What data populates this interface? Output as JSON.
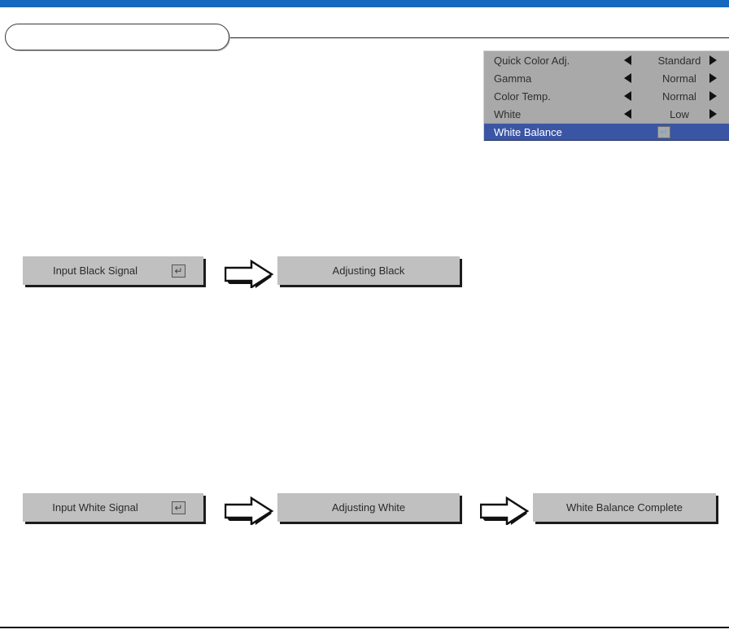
{
  "page": {
    "title_chip_text": "",
    "header_accent_color": "#1568bd",
    "panel_color": "#c0c0c0",
    "menu_color": "#a9a9a9",
    "highlight_color": "#3b55a5"
  },
  "osd_menu": {
    "rows": [
      {
        "label": "Quick Color Adj.",
        "value": "Standard",
        "type": "adjust",
        "left_arrow": "◀",
        "right_arrow": "▶",
        "selected": false
      },
      {
        "label": "Gamma",
        "value": "Normal",
        "type": "adjust",
        "left_arrow": "◀",
        "right_arrow": "▶",
        "selected": false
      },
      {
        "label": "Color Temp.",
        "value": "Normal",
        "type": "adjust",
        "left_arrow": "◀",
        "right_arrow": "▶",
        "selected": false
      },
      {
        "label": "White",
        "value": "Low",
        "type": "adjust",
        "left_arrow": "◀",
        "right_arrow": "▶",
        "selected": false
      },
      {
        "label": "White Balance",
        "value": "",
        "type": "enter",
        "enter_glyph": "↵",
        "selected": true
      }
    ]
  },
  "flow_black": {
    "step1": {
      "label": "Input Black Signal",
      "enter_glyph": "↵"
    },
    "arrow1": "arrow-right-icon",
    "step2": {
      "label": "Adjusting Black"
    }
  },
  "flow_white": {
    "step1": {
      "label": "Input White Signal",
      "enter_glyph": "↵"
    },
    "arrow1": "arrow-right-icon",
    "step2": {
      "label": "Adjusting White"
    },
    "arrow2": "arrow-right-icon",
    "step3": {
      "label": "White Balance Complete"
    }
  }
}
